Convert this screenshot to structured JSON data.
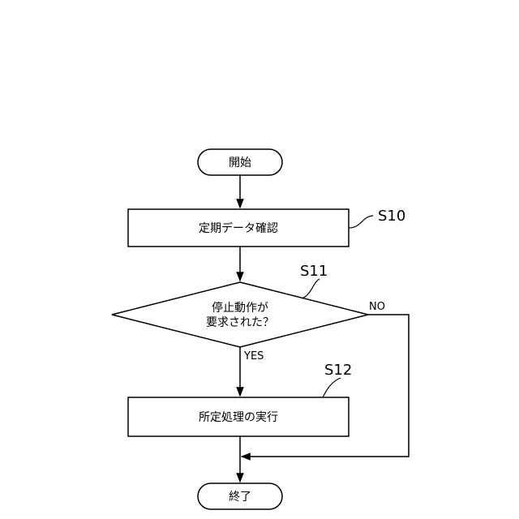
{
  "flowchart": {
    "start": {
      "label": "開始"
    },
    "steps": [
      {
        "id": "S10",
        "label": "定期データ確認"
      },
      {
        "id": "S11",
        "label_lines": [
          "停止動作が",
          "要求された？"
        ],
        "yes_label": "YES",
        "no_label": "NO"
      },
      {
        "id": "S12",
        "label": "所定処理の実行"
      }
    ],
    "end": {
      "label": "終了"
    }
  }
}
